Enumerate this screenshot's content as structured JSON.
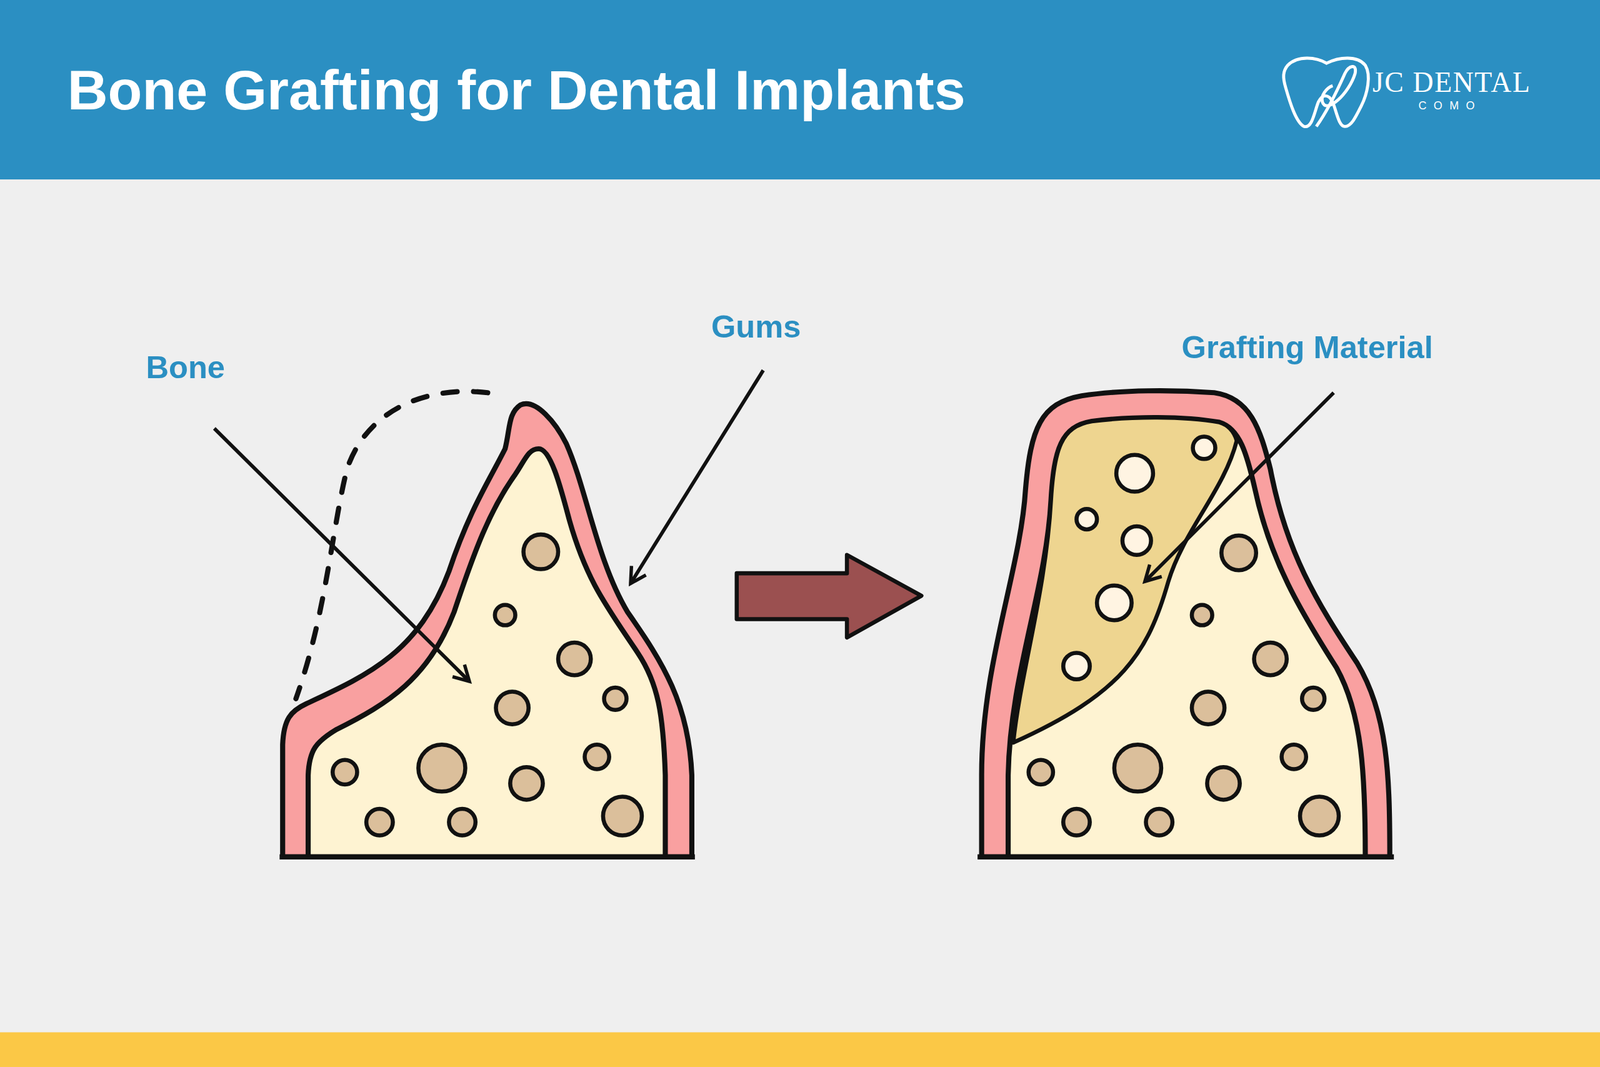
{
  "diagram": {
    "title": "Bone Grafting for Dental Implants",
    "labels": [
      "Bone",
      "Gums",
      "Grafting Material",
      "JC DENTAL",
      "COMO"
    ]
  }
}
